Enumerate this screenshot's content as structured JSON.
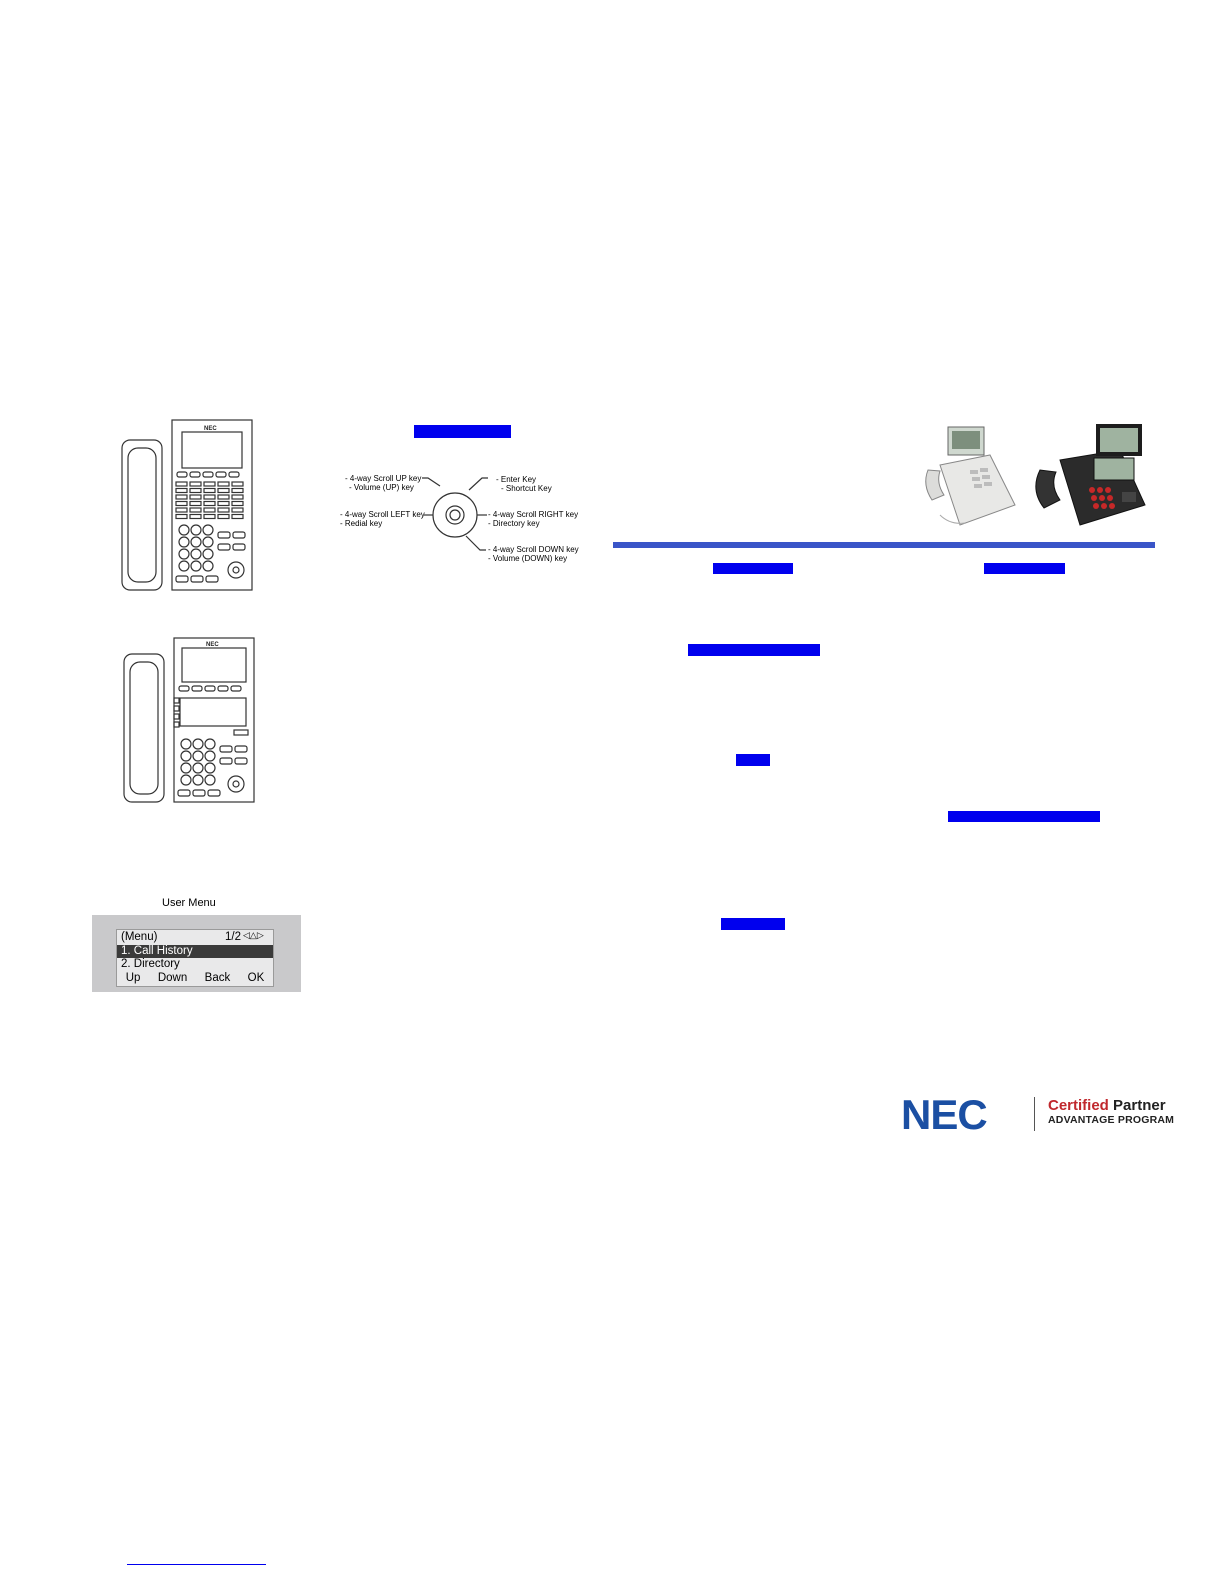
{
  "nav_diagram": {
    "up_key": "- 4-way Scroll UP key",
    "volume_up": "- Volume (UP) key",
    "enter_key": "- Enter Key",
    "shortcut_key": "- Shortcut Key",
    "left_key": "- 4-way Scroll LEFT key",
    "redial_key": "- Redial key",
    "right_key": "- 4-way Scroll RIGHT key",
    "directory_key": "- Directory key",
    "down_key": "- 4-way Scroll DOWN key",
    "volume_down": "- Volume (DOWN) key"
  },
  "user_menu": {
    "caption": "User Menu",
    "header": "(Menu)",
    "page": "1/2",
    "items": [
      "1. Call History",
      "2. Directory"
    ],
    "softkeys": [
      "Up",
      "Down",
      "Back",
      "OK"
    ]
  },
  "brand": {
    "logo": "NEC",
    "certified": "Certified",
    "partner": "Partner",
    "program": "ADVANTAGE PROGRAM"
  },
  "colors": {
    "highlight": "#0000ee",
    "rule": "#3a55c8",
    "nec_blue": "#1b4fa3",
    "certified_red": "#c0282d"
  }
}
